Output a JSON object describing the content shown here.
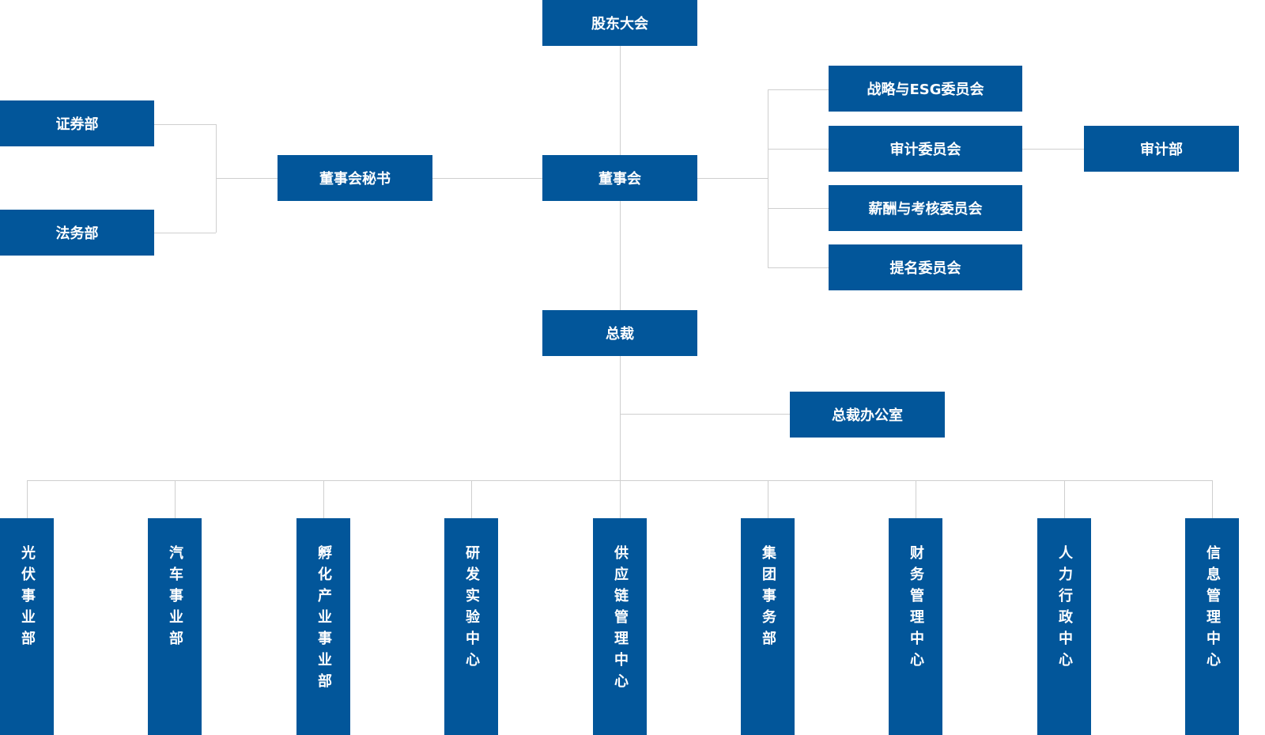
{
  "top": {
    "shareholders": "股东大会",
    "board": "董事会",
    "board_secretary": "董事会秘书",
    "securities": "证券部",
    "legal": "法务部",
    "president": "总裁",
    "president_office": "总裁办公室",
    "audit_dept": "审计部"
  },
  "committees": [
    "战略与ESG委员会",
    "审计委员会",
    "薪酬与考核委员会",
    "提名委员会"
  ],
  "departments": [
    "光伏事业部",
    "汽车事业部",
    "孵化产业事业部",
    "研发实验中心",
    "供应链管理中心",
    "集团事务部",
    "财务管理中心",
    "人力行政中心",
    "信息管理中心"
  ],
  "colors": {
    "box": "#02569a",
    "line": "#cfcfcf",
    "text": "#ffffff"
  }
}
